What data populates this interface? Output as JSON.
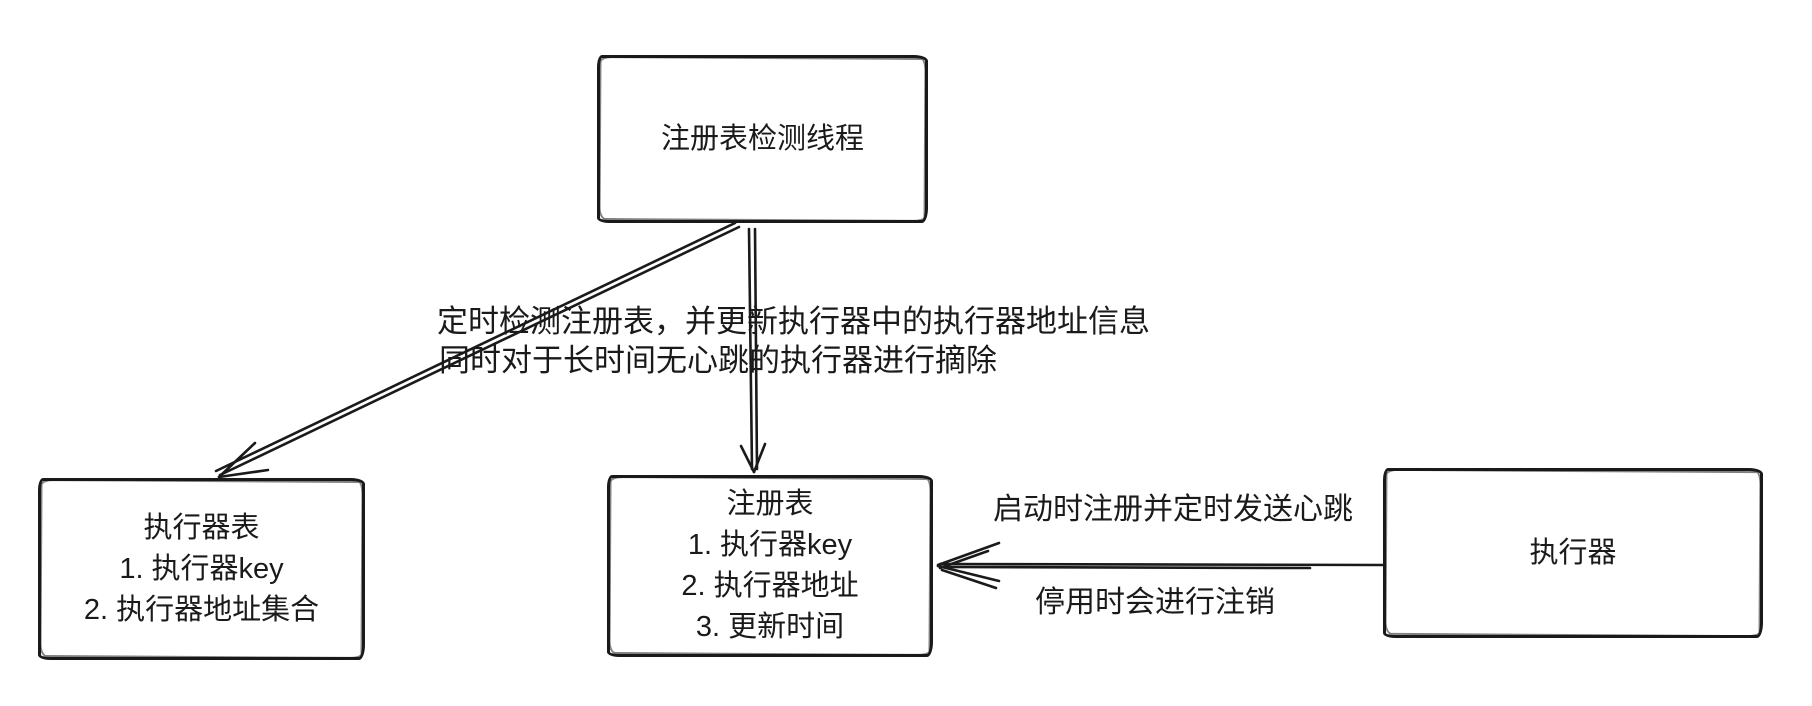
{
  "diagram": {
    "background_color": "#ffffff",
    "stroke_color": "#1a1a1a",
    "nodes": {
      "detector_thread": {
        "title": "注册表检测线程"
      },
      "executor_table": {
        "title": "执行器表",
        "items": [
          "1. 执行器key",
          "2. 执行器地址集合"
        ]
      },
      "registry_table": {
        "title": "注册表",
        "items": [
          "1. 执行器key",
          "2. 执行器地址",
          "3. 更新时间"
        ]
      },
      "executor": {
        "title": "执行器"
      }
    },
    "labels": {
      "detect_note_line1": "定时检测注册表，并更新执行器中的执行器地址信息",
      "detect_note_line2": "同时对于长时间无心跳的执行器进行摘除",
      "register_heartbeat": "启动时注册并定时发送心跳",
      "unregister": "停用时会进行注销"
    },
    "edges": [
      {
        "from": "detector_thread",
        "to": "executor_table",
        "style": "arrow"
      },
      {
        "from": "detector_thread",
        "to": "registry_table",
        "style": "arrow"
      },
      {
        "from": "executor",
        "to": "registry_table",
        "style": "arrow"
      }
    ]
  }
}
